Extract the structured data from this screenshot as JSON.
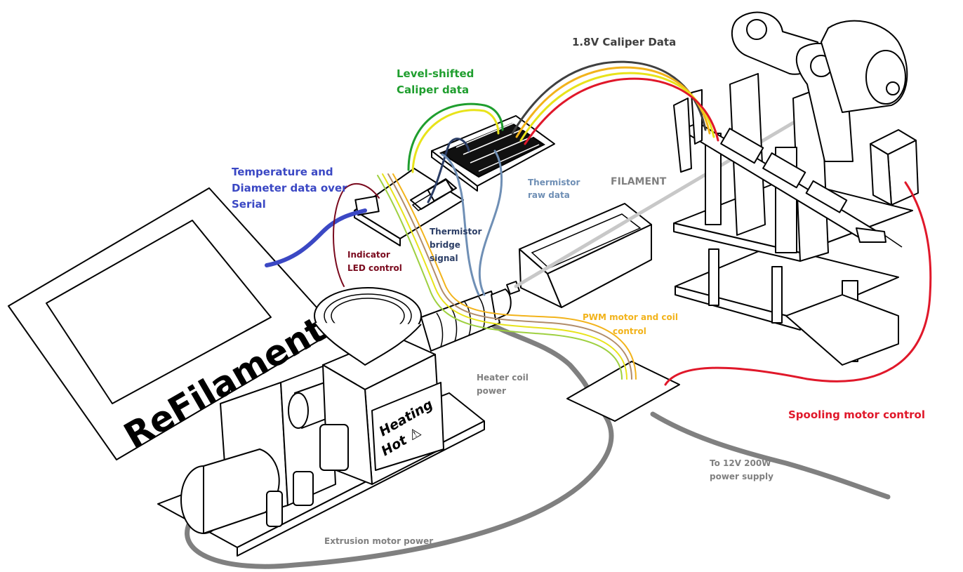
{
  "colors": {
    "blue": "#3b48c4",
    "green": "#1f9e2e",
    "darkred": "#7a0a1e",
    "navy": "#2c3e66",
    "lightblue": "#6f8fb5",
    "gray": "#808080",
    "orange": "#f2b31b",
    "red": "#e0182a",
    "yellow": "#e8e31a",
    "tan": "#b08c6a",
    "lime": "#9ed040",
    "darkgray": "#404040"
  },
  "labels": {
    "caliper": "1.8V Caliper Data",
    "level_shift_1": "Level-shifted",
    "level_shift_2": "Caliper data",
    "temp_1": "Temperature and",
    "temp_2": "Diameter data over",
    "temp_3": "Serial",
    "filament": "FILAMENT",
    "therm_raw_1": "Thermistor",
    "therm_raw_2": "raw data",
    "therm_bridge_1": "Thermistor",
    "therm_bridge_2": "bridge",
    "therm_bridge_3": "signal",
    "led_1": "Indicator",
    "led_2": "LED control",
    "pwm_1": "PWM motor and coil",
    "pwm_2": "control",
    "heater_1": "Heater coil",
    "heater_2": "power",
    "spool": "Spooling motor control",
    "psu_1": "To 12V 200W",
    "psu_2": "power supply",
    "extrusion": "Extrusion motor power",
    "brand": "ReFilament",
    "plate_1": "Heating",
    "plate_2": "Hot ⚠"
  }
}
